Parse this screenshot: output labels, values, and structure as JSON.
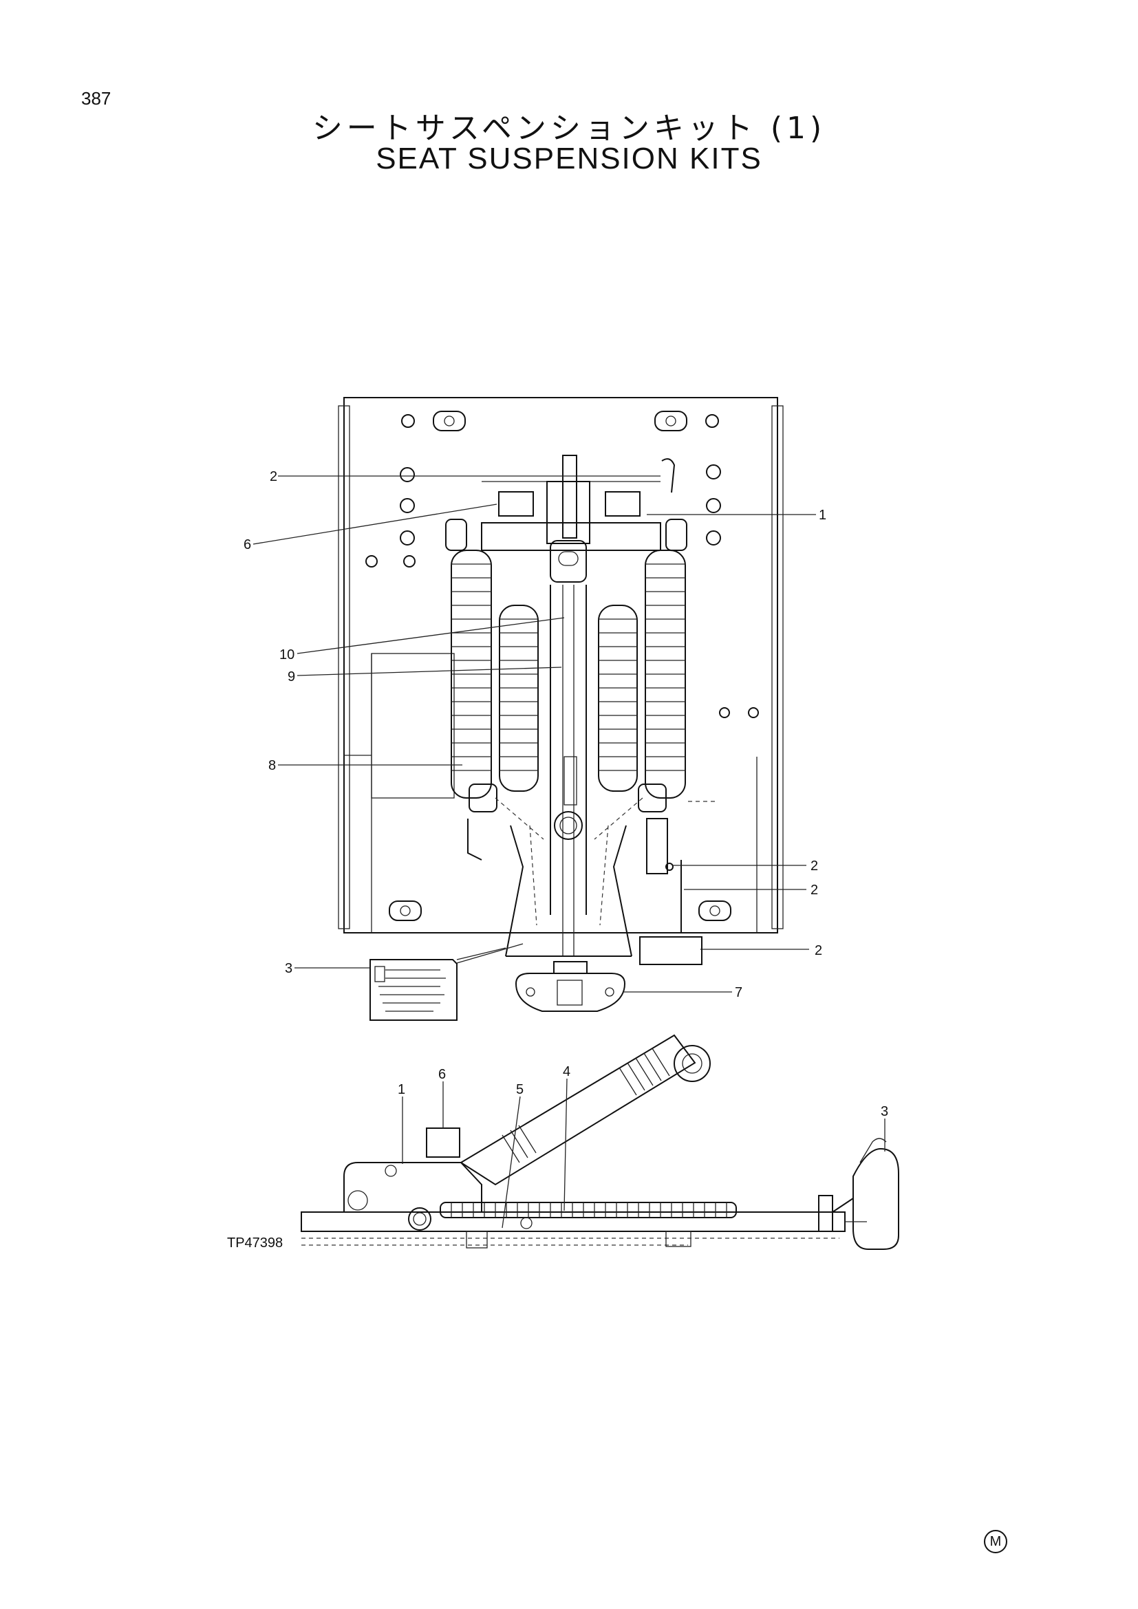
{
  "page": {
    "number": "387",
    "title_japanese": "シートサスペンションキット (1)",
    "title_english": "SEAT SUSPENSION KITS"
  },
  "figure": {
    "code": "TP47398",
    "mark": "M"
  },
  "callouts_top_view": [
    "2",
    "6",
    "1",
    "10",
    "9",
    "8",
    "2",
    "2",
    "2",
    "3",
    "7"
  ],
  "callouts_side_view": [
    "1",
    "6",
    "5",
    "4",
    "3"
  ]
}
